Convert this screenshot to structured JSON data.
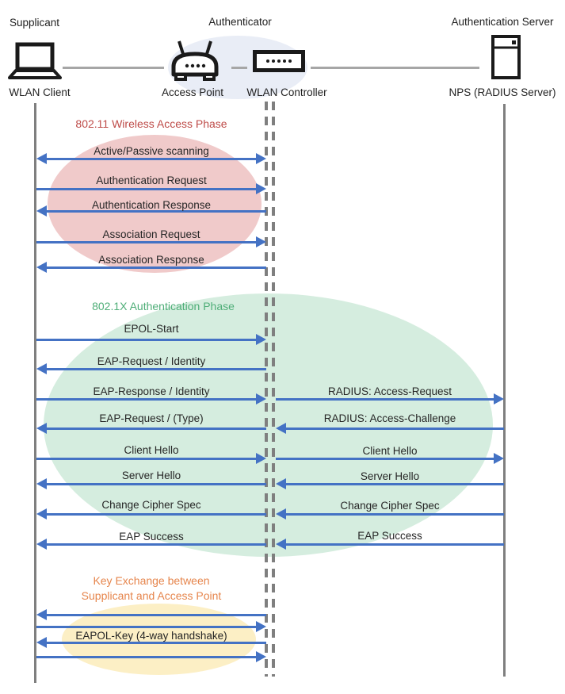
{
  "header": {
    "roles": [
      "Supplicant",
      "Authenticator",
      "Authentication Server"
    ],
    "devices": [
      "WLAN Client",
      "Access Point",
      "WLAN Controller",
      "NPS (RADIUS Server)"
    ],
    "icons": [
      "laptop-icon",
      "access-point-icon",
      "wlan-controller-icon",
      "server-icon"
    ]
  },
  "phases": {
    "p1": {
      "title": "802.11 Wireless Access Phase",
      "color": "#BE4B48",
      "fill": "#F0CACA"
    },
    "p2": {
      "title": "802.1X Authentication Phase",
      "color": "#4FAE78",
      "fill": "#D5EDDF"
    },
    "p3": {
      "title_line1": "Key Exchange between",
      "title_line2": "Supplicant and Access Point",
      "color": "#E6854C",
      "fill": "#FCEFC5"
    }
  },
  "msgs_left": [
    {
      "label": "Active/Passive scanning",
      "direction": "both"
    },
    {
      "label": "Authentication Request",
      "direction": "right"
    },
    {
      "label": "Authentication Response",
      "direction": "left"
    },
    {
      "label": "Association Request",
      "direction": "right"
    },
    {
      "label": "Association Response",
      "direction": "left"
    },
    {
      "label": "EPOL-Start",
      "direction": "right"
    },
    {
      "label": "EAP-Request / Identity",
      "direction": "left"
    },
    {
      "label": "EAP-Response / Identity",
      "direction": "right"
    },
    {
      "label": "EAP-Request / (Type)",
      "direction": "left"
    },
    {
      "label": "Client Hello",
      "direction": "right"
    },
    {
      "label": "Server Hello",
      "direction": "left"
    },
    {
      "label": "Change Cipher Spec",
      "direction": "left"
    },
    {
      "label": "EAP Success",
      "direction": "left"
    },
    {
      "label": "EAPOL-Key (4-way handshake)",
      "direction": "left-right-left-right"
    }
  ],
  "msgs_right": [
    {
      "label": "RADIUS: Access-Request",
      "direction": "right"
    },
    {
      "label": "RADIUS: Access-Challenge",
      "direction": "left"
    },
    {
      "label": "Client Hello",
      "direction": "right"
    },
    {
      "label": "Server Hello",
      "direction": "left"
    },
    {
      "label": "Change Cipher Spec",
      "direction": "left"
    },
    {
      "label": "EAP Success",
      "direction": "left"
    }
  ],
  "colors": {
    "arrow_blue": "#4472C4",
    "lifeline_gray": "#7f7f7f",
    "connector_gray": "#a6a6a6",
    "header_ellipse": "#E9EDF6"
  }
}
